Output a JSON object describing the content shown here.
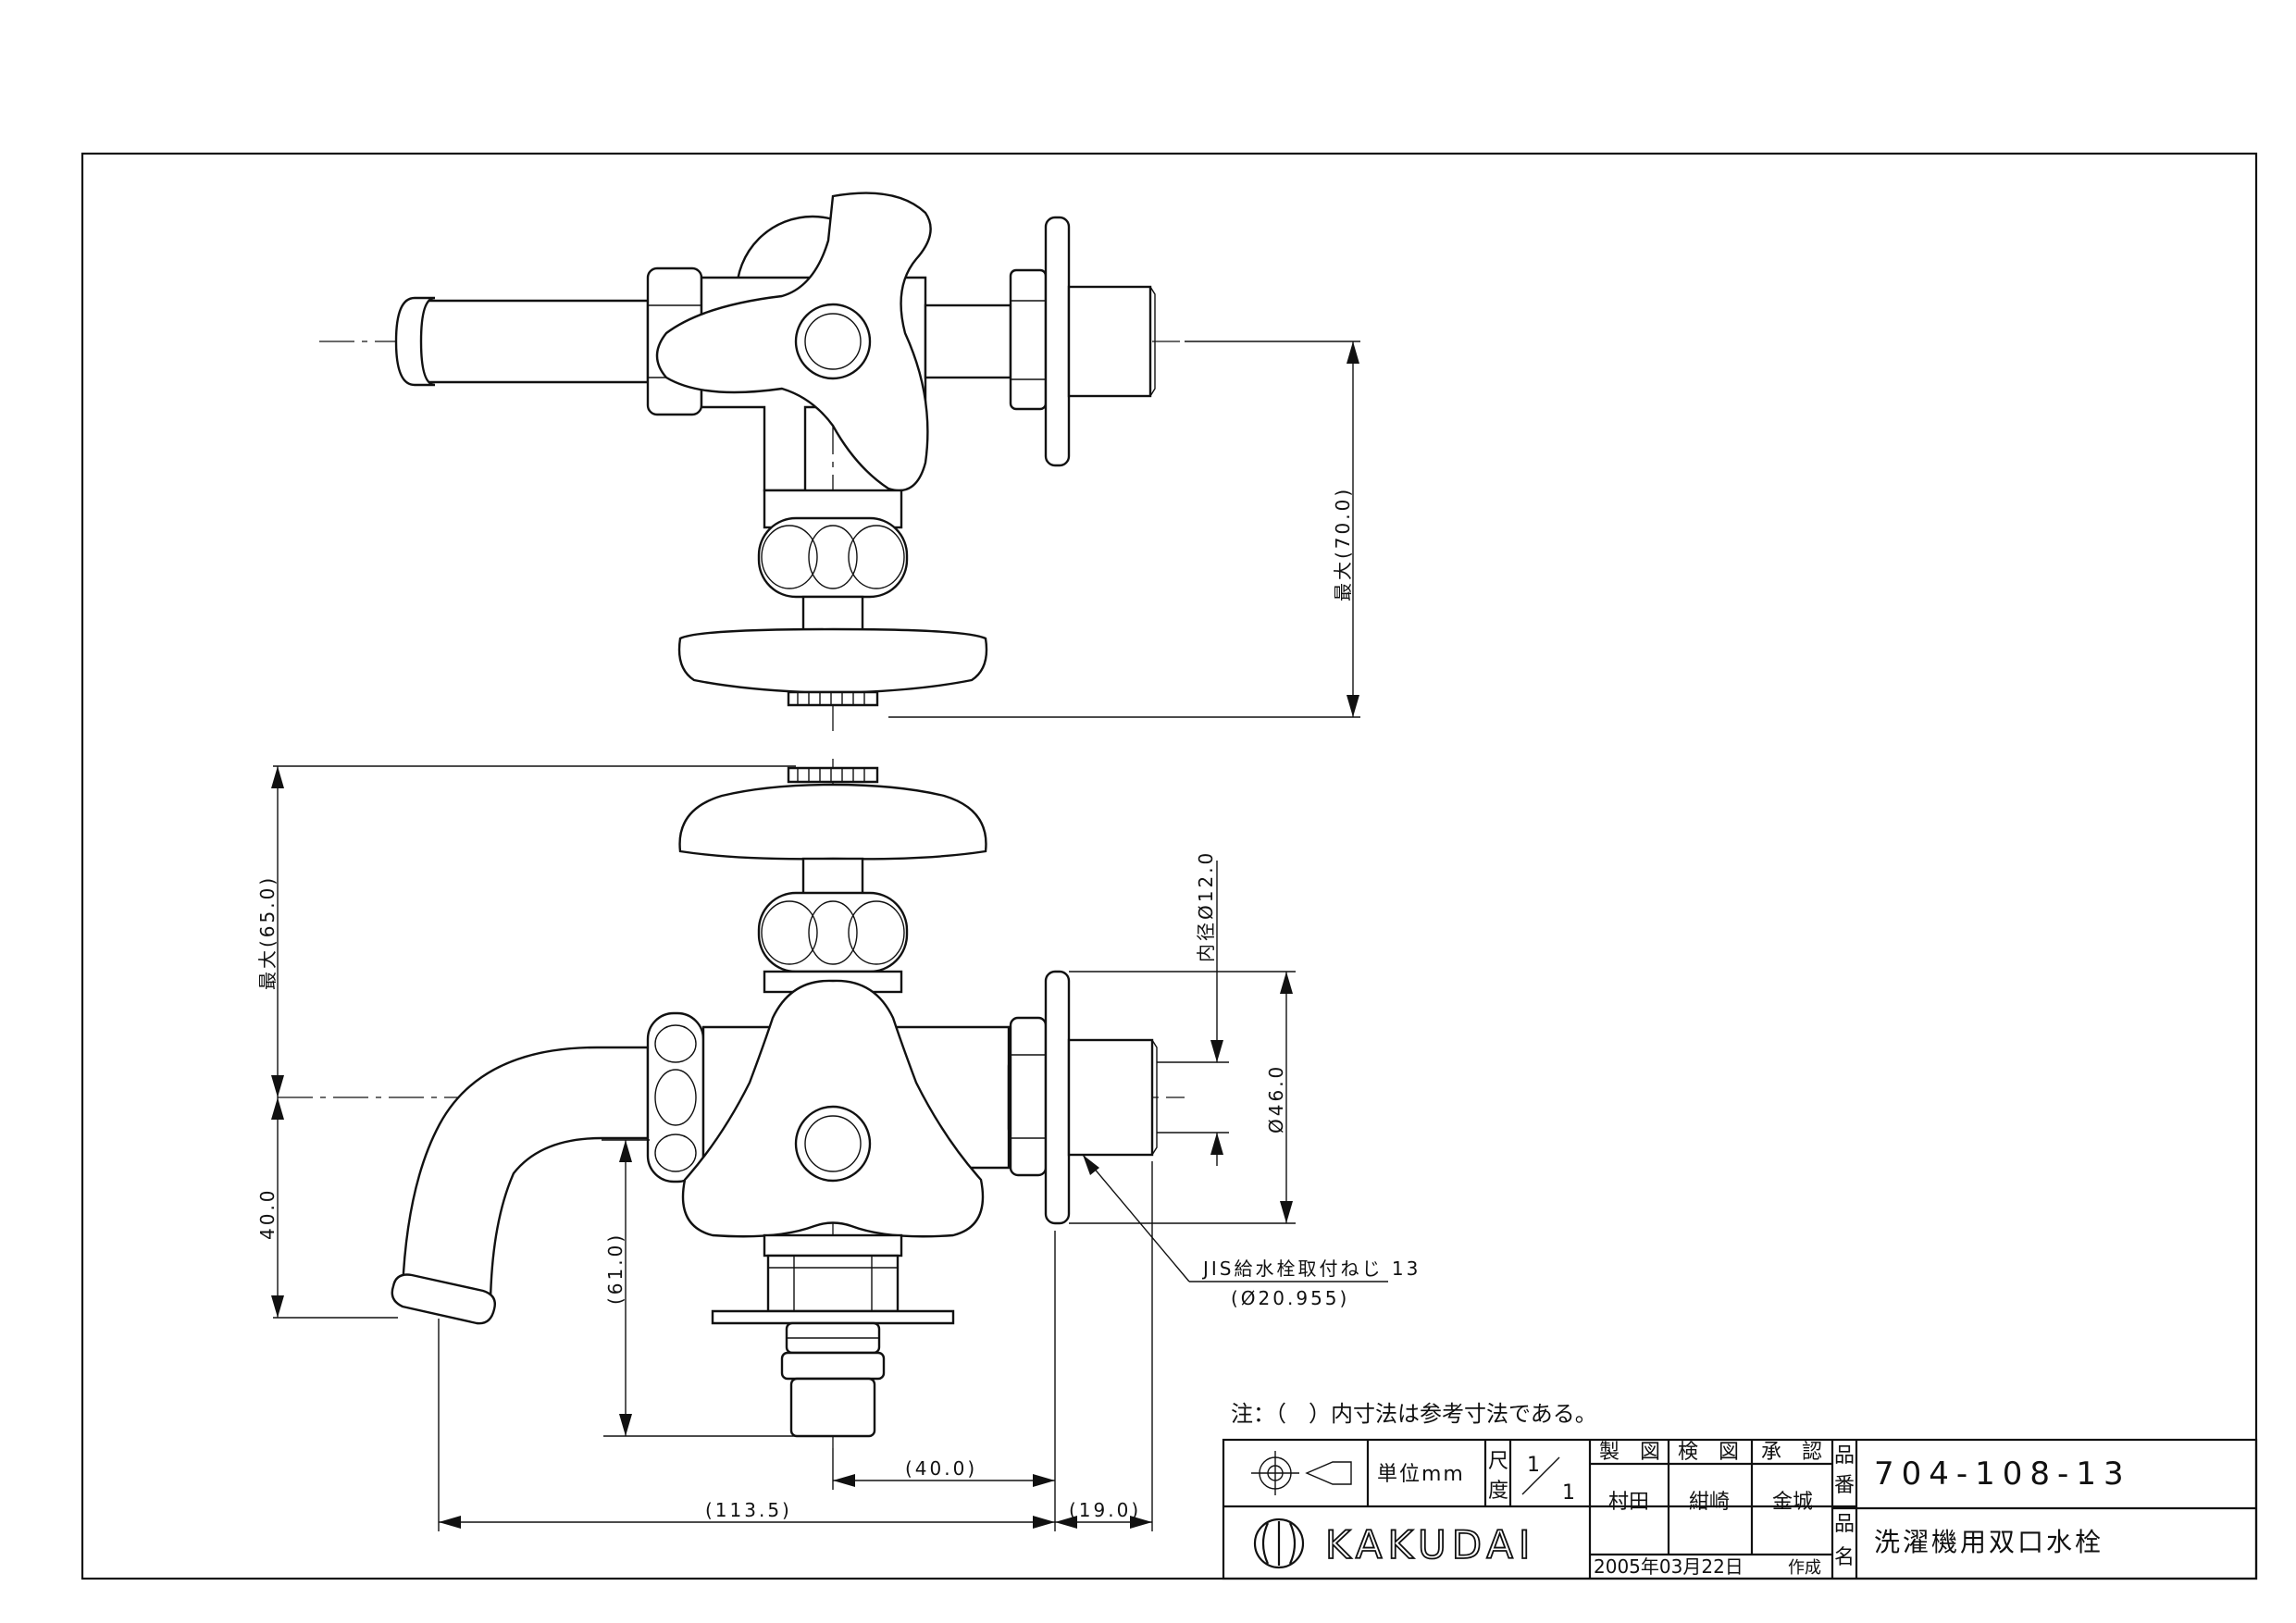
{
  "dimensions": {
    "top_view": {
      "max_height": "最大(70.0)"
    },
    "front_view": {
      "max_height": "最大(65.0)",
      "spout_drop": "40.0",
      "inner_dia": "内径Ø12.0",
      "flange_dia": "Ø46.0",
      "body_height": "(61.0)",
      "thread_label": "JIS給水栓取付ねじ 13",
      "thread_dia": "(Ø20.955)",
      "center_to_flange": "(40.0)",
      "overall_length": "(113.5)",
      "thread_length": "(19.0)"
    }
  },
  "note": "注：（　）内寸法は参考寸法である。",
  "title_block": {
    "unit_label": "単位mm",
    "scale_label_1": "尺",
    "scale_label_2": "度",
    "scale_num": "1",
    "scale_den": "1",
    "headers": [
      "製　図",
      "検　図",
      "承　認"
    ],
    "names": [
      "村田",
      "紺崎",
      "金城"
    ],
    "date": "2005年03月22日",
    "date_suffix": "作成",
    "part_no_label_1": "品",
    "part_no_label_2": "番",
    "part_no": "704-108-13",
    "name_label_1": "品",
    "name_label_2": "名",
    "product_name": "洗濯機用双口水栓",
    "brand": "KAKUDAI"
  }
}
